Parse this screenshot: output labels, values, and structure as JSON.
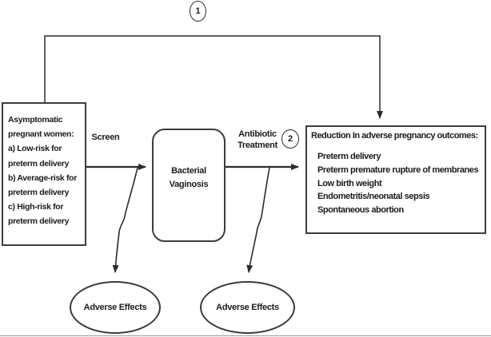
{
  "figure": {
    "key_question_badges": {
      "kq1": "1",
      "kq2": "2"
    },
    "population_box": "Asymptomatic\npregnant women:\na) Low-risk for\npreterm delivery\nb) Average-risk for\npreterm delivery\nc) High-risk for\npreterm delivery",
    "screen_arrow_label": "Screen",
    "condition_box": "Bacterial\nVaginosis",
    "treatment_arrow_label": "Antibiotic\nTreatment",
    "outcomes_box": {
      "title": "Reduction In adverse pregnancy outcomes:",
      "outcomes": "Preterm delivery\nPreterm premature rupture of membranes\nLow birth weight\nEndometritis/neonatal sepsis\nSpontaneous abortion"
    },
    "adverse_effects_left": "Adverse Effects",
    "adverse_effects_right": "Adverse Effects",
    "colors": {
      "line": "#2b2b2b",
      "border": "#3c3c3c",
      "text": "#1c1c1c",
      "background": "#ffffff",
      "bottom_rule": "#9a9a9a"
    }
  }
}
